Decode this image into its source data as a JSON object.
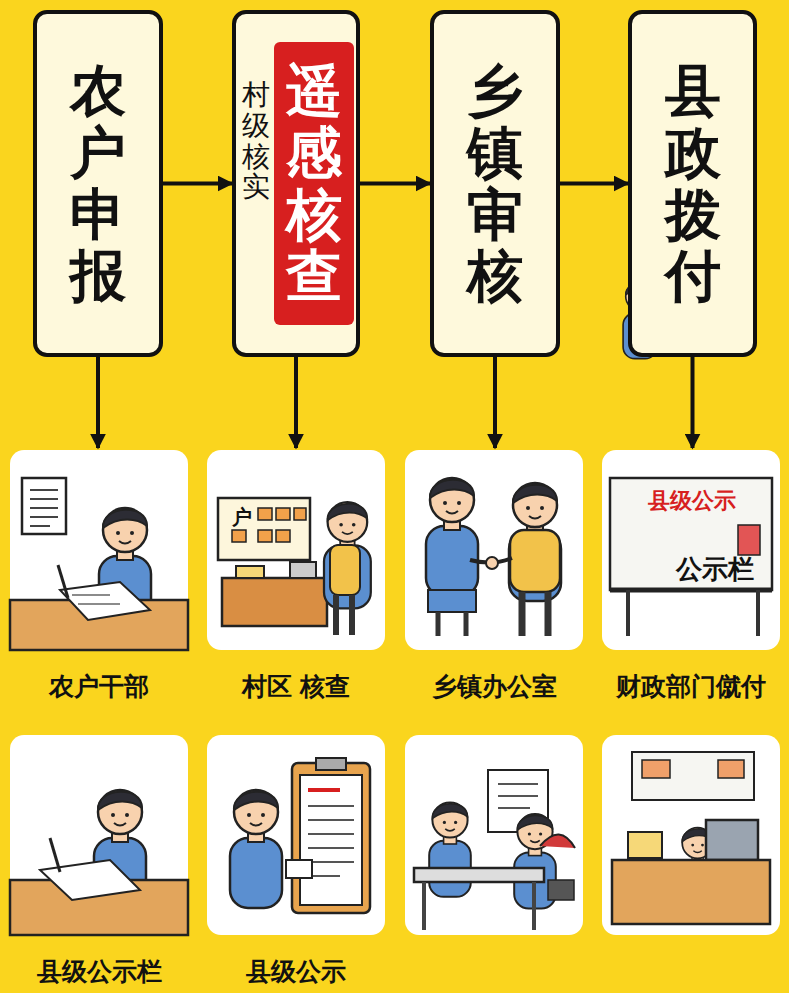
{
  "diagram": {
    "nodes": [
      {
        "text": [
          "农户申报"
        ]
      },
      {
        "text": [
          "村级核实"
        ]
      },
      {
        "text": [
          "遥感核查"
        ],
        "in": 1
      },
      {
        "text": [
          "乡镇审核"
        ]
      },
      {
        "text": [
          "县政拨付"
        ]
      },
      {
        "text": [
          "农户干部"
        ]
      },
      {
        "text": [
          "村区 核查"
        ]
      },
      {
        "text": [
          "乡镇办公室"
        ]
      },
      {
        "text": [
          "财政部门僦付"
        ]
      },
      {
        "text": [
          "县级公示栏"
        ]
      },
      {
        "text": [
          "县级公示"
        ]
      }
    ],
    "edges": [
      {
        "from": 0,
        "to": 1,
        "arrow": "to"
      },
      {
        "from": 1,
        "to": 3,
        "arrow": "to"
      },
      {
        "from": 3,
        "to": 4,
        "arrow": "to"
      },
      {
        "from": 0,
        "to": 5,
        "arrow": "to"
      },
      {
        "from": 1,
        "to": 6,
        "arrow": "to"
      },
      {
        "from": 3,
        "to": 7,
        "arrow": "to"
      },
      {
        "from": 4,
        "to": 8,
        "arrow": "to"
      }
    ],
    "labels": [
      "户",
      "县级公示",
      "公示栏"
    ]
  }
}
